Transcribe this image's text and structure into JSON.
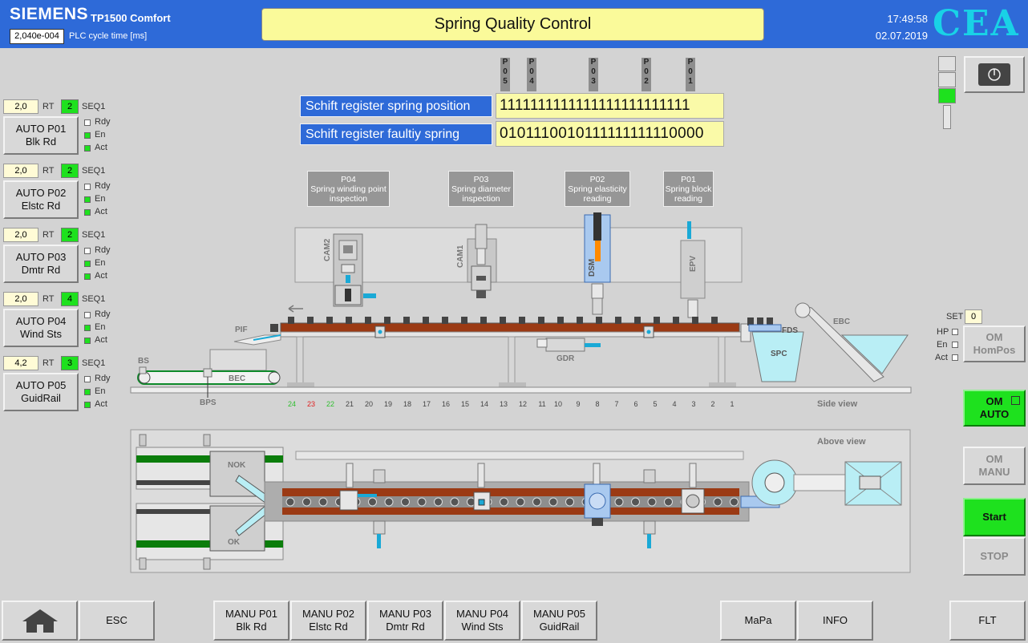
{
  "header": {
    "brand": "SIEMENS",
    "model": "TP1500 Comfort",
    "cycle_value": "2,040e-004",
    "cycle_label": "PLC cycle time [ms]",
    "title": "Spring Quality Control",
    "time": "17:49:58",
    "date": "02.07.2019",
    "logo": "CEA"
  },
  "stations": [
    {
      "rt_value": "2,0",
      "rt_label": "RT",
      "seq_num": "2",
      "seq_label": "SEQ1",
      "button_line1": "AUTO P01",
      "button_line2": "Blk Rd",
      "rdy": "Rdy",
      "en": "En",
      "act": "Act",
      "rdy_on": false,
      "en_on": true,
      "act_on": true
    },
    {
      "rt_value": "2,0",
      "rt_label": "RT",
      "seq_num": "2",
      "seq_label": "SEQ1",
      "button_line1": "AUTO P02",
      "button_line2": "Elstc Rd",
      "rdy": "Rdy",
      "en": "En",
      "act": "Act",
      "rdy_on": false,
      "en_on": true,
      "act_on": true
    },
    {
      "rt_value": "2,0",
      "rt_label": "RT",
      "seq_num": "2",
      "seq_label": "SEQ1",
      "button_line1": "AUTO P03",
      "button_line2": "Dmtr Rd",
      "rdy": "Rdy",
      "en": "En",
      "act": "Act",
      "rdy_on": false,
      "en_on": true,
      "act_on": true
    },
    {
      "rt_value": "2,0",
      "rt_label": "RT",
      "seq_num": "4",
      "seq_label": "SEQ1",
      "button_line1": "AUTO P04",
      "button_line2": "Wind Sts",
      "rdy": "Rdy",
      "en": "En",
      "act": "Act",
      "rdy_on": false,
      "en_on": true,
      "act_on": true
    },
    {
      "rt_value": "4,2",
      "rt_label": "RT",
      "seq_num": "3",
      "seq_label": "SEQ1",
      "button_line1": "AUTO P05",
      "button_line2": "GuidRail",
      "rdy": "Rdy",
      "en": "En",
      "act": "Act",
      "rdy_on": false,
      "en_on": true,
      "act_on": true
    }
  ],
  "position_tags": [
    "P05",
    "P04",
    "P03",
    "P02",
    "P01"
  ],
  "registers": {
    "position_label": "Schift register spring position",
    "position_value": "1111111111111111111111111",
    "faulty_label": "Schift register faultiy spring",
    "faulty_value": "0101110010111111111110000"
  },
  "station_boxes": [
    {
      "id": "P04",
      "desc1": "Spring winding point",
      "desc2": "inspection"
    },
    {
      "id": "P03",
      "desc1": "Spring diameter",
      "desc2": "inspection"
    },
    {
      "id": "P02",
      "desc1": "Spring elasticity",
      "desc2": "reading"
    },
    {
      "id": "P01",
      "desc1": "Spring block",
      "desc2": "reading"
    }
  ],
  "machine_labels": {
    "cam2": "CAM2",
    "cam1": "CAM1",
    "dsm": "DSM",
    "epv": "EPV",
    "pif": "PIF",
    "bs": "BS",
    "bec": "BEC",
    "bps": "BPS",
    "gdr": "GDR",
    "fds": "FDS",
    "spc": "SPC",
    "ebc": "EBC",
    "side_view": "Side view",
    "above_view": "Above view",
    "nok": "NOK",
    "ok": "OK"
  },
  "slot_numbers": [
    "24",
    "23",
    "22",
    "21",
    "20",
    "19",
    "18",
    "17",
    "16",
    "15",
    "14",
    "13",
    "12",
    "11",
    "10",
    "9",
    "8",
    "7",
    "6",
    "5",
    "4",
    "3",
    "2",
    "1"
  ],
  "slot_colors": {
    "24": "#2fbf2f",
    "23": "#e02020",
    "22": "#2fbf2f"
  },
  "right_panel": {
    "power_icon": "power-icon",
    "set_label": "SET",
    "set_value": "0",
    "hp": "HP",
    "en": "En",
    "act": "Act",
    "om_hompos_1": "OM",
    "om_hompos_2": "HomPos",
    "om_auto_1": "OM",
    "om_auto_2": "AUTO",
    "om_manu_1": "OM",
    "om_manu_2": "MANU",
    "start": "Start",
    "stop": "STOP"
  },
  "bottom_bar": {
    "home_icon": "home-icon",
    "esc": "ESC",
    "manu": [
      {
        "l1": "MANU P01",
        "l2": "Blk Rd"
      },
      {
        "l1": "MANU P02",
        "l2": "Elstc Rd"
      },
      {
        "l1": "MANU P03",
        "l2": "Dmtr Rd"
      },
      {
        "l1": "MANU P04",
        "l2": "Wind Sts"
      },
      {
        "l1": "MANU P05",
        "l2": "GuidRail"
      }
    ],
    "mapa": "MaPa",
    "info": "INFO",
    "flt": "FLT"
  },
  "colors": {
    "header_blue": "#2e6ad8",
    "active_green": "#1ee11e",
    "register_yellow": "#fafaa8",
    "chain_brown": "#9b3a14",
    "cyan": "#1aa9d6"
  }
}
